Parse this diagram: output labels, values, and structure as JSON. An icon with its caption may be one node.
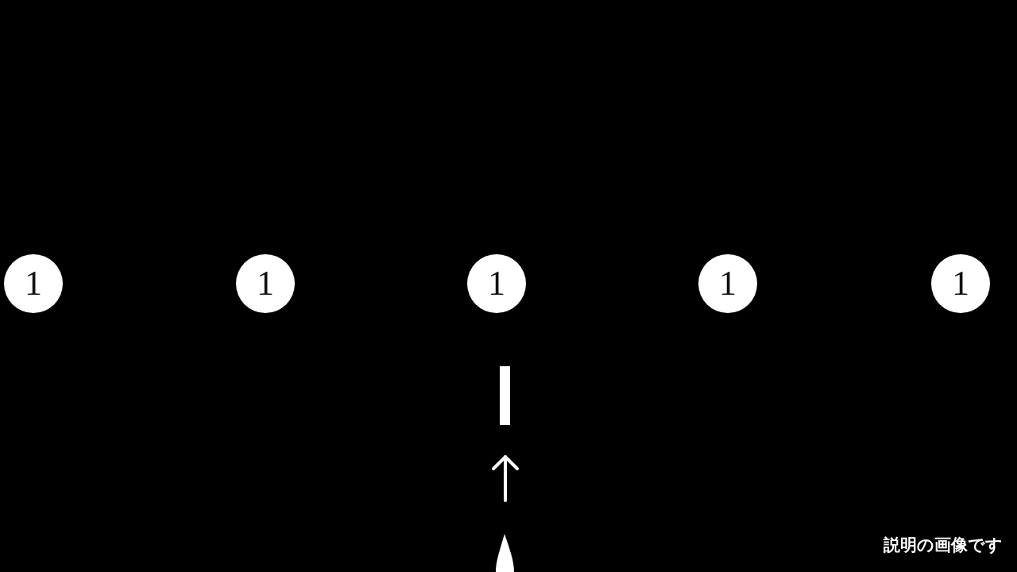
{
  "diagram": {
    "nodes": [
      {
        "text": [
          "1"
        ]
      },
      {
        "text": [
          "1"
        ]
      },
      {
        "text": [
          "1"
        ]
      },
      {
        "text": [
          "1"
        ]
      },
      {
        "text": [
          "1"
        ]
      }
    ],
    "labels": [
      "説明の画像です"
    ]
  }
}
